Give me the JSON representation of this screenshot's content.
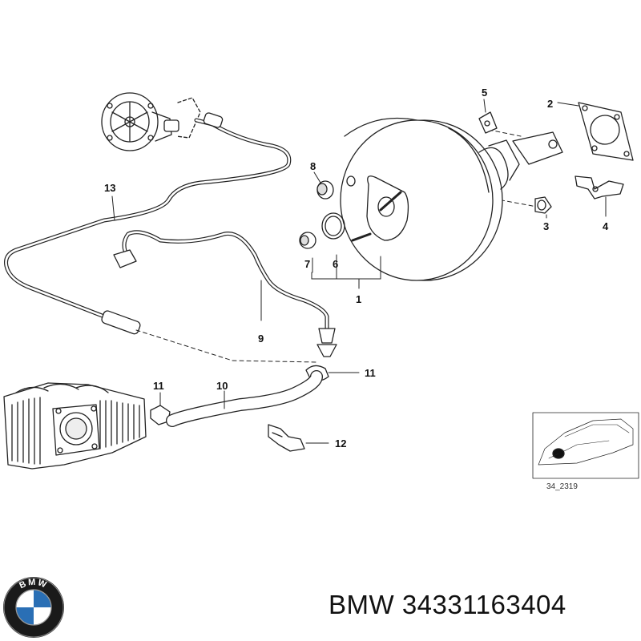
{
  "callouts": {
    "c1": "1",
    "c2": "2",
    "c3": "3",
    "c4": "4",
    "c5": "5",
    "c6": "6",
    "c7": "7",
    "c8": "8",
    "c9": "9",
    "c10": "10",
    "c11a": "11",
    "c11b": "11",
    "c12": "12",
    "c13": "13"
  },
  "inset": {
    "code": "34_2319"
  },
  "logo": {
    "text": "BMW"
  },
  "footer": {
    "part_number": "BMW 34331163404"
  },
  "colors": {
    "line": "#222222",
    "fill": "#ffffff",
    "shade": "#e6e6e6"
  }
}
